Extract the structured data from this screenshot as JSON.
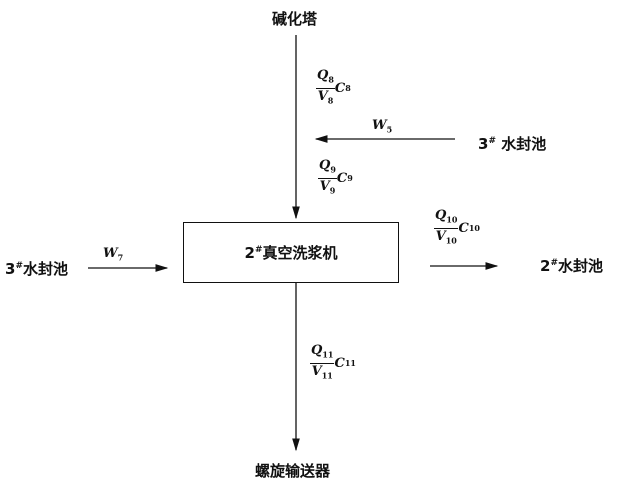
{
  "nodes": {
    "top": "碱化塔",
    "right_top": "水封池",
    "right_top_num": "3",
    "right_top_sup": "#",
    "left": "水封池",
    "left_num": "3",
    "left_sup": "#",
    "right": "水封池",
    "right_num": "2",
    "right_sup": "#",
    "bottom": "螺旋输送器",
    "center": "真空洗浆机",
    "center_num": "2",
    "center_sup": "#"
  },
  "labels": {
    "f8": {
      "q": "Q",
      "v": "V",
      "c": "C",
      "sub": "8"
    },
    "f9": {
      "q": "Q",
      "v": "V",
      "c": "C",
      "sub": "9"
    },
    "f10": {
      "q": "Q",
      "v": "V",
      "c": "C",
      "sub": "10"
    },
    "f11": {
      "q": "Q",
      "v": "V",
      "c": "C",
      "sub": "11"
    },
    "w5": {
      "w": "W",
      "sub": "5"
    },
    "w7": {
      "w": "W",
      "sub": "7"
    }
  }
}
